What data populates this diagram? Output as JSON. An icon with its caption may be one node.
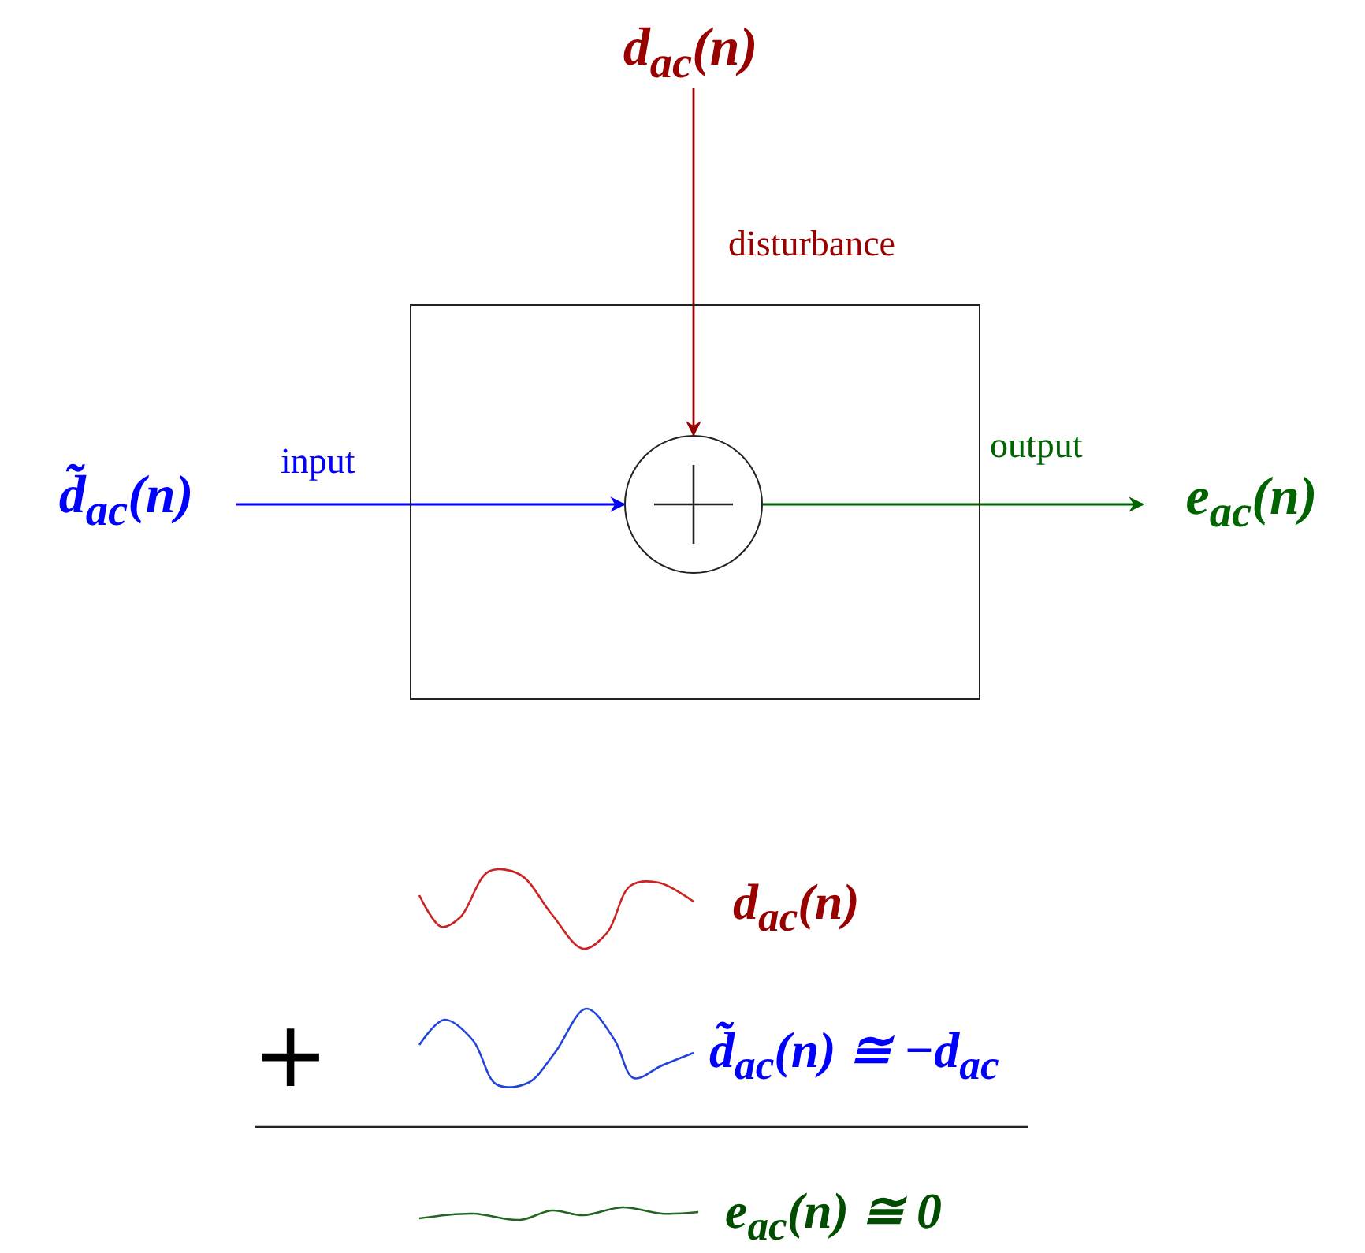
{
  "diagram": {
    "nodes": [
      {
        "text": [
          "d$_{ac}$(n)"
        ]
      },
      {
        "text": [],
        "shape": "box"
      },
      {
        "text": [],
        "shape": "circle",
        "in": 1
      },
      {
        "text": [
          "d̃$_{ac}$(n)"
        ]
      },
      {
        "text": [
          "e$_{ac}$(n)"
        ]
      }
    ],
    "edges": [
      {
        "from": 0,
        "to": 2,
        "arrow": "to",
        "label": "disturbance",
        "color": "#990000"
      },
      {
        "from": 3,
        "to": 2,
        "arrow": "to",
        "label": "input",
        "color": "#0000ff"
      },
      {
        "from": 2,
        "to": 4,
        "arrow": "to",
        "label": "output",
        "color": "#006400"
      }
    ],
    "labels": [
      "d$_{ac}$(n)",
      "+",
      "d̃$_{ac}$(n) ≅ −d$_{ac}$",
      "e$_{ac}$(n) ≅ 0"
    ]
  }
}
